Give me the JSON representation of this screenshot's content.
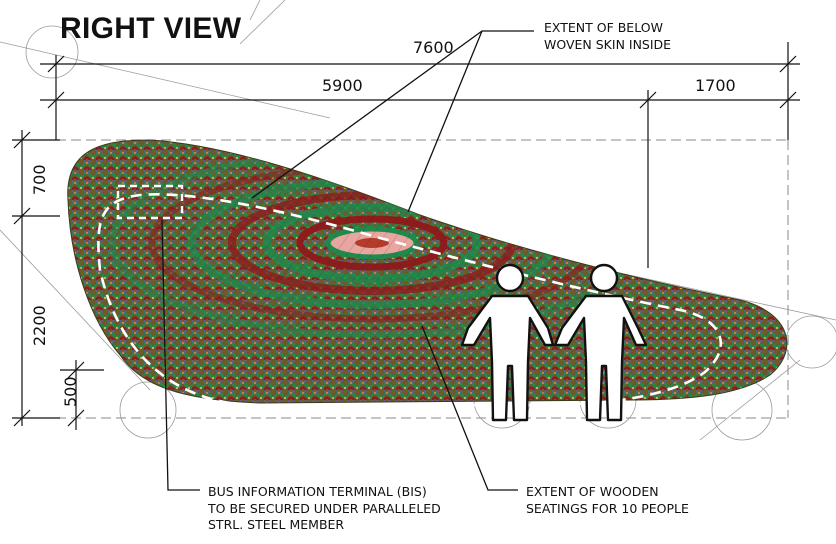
{
  "view_title": "RIGHT VIEW",
  "dimensions": {
    "overall_width": "7600",
    "main_width": "5900",
    "side_width": "1700",
    "top_height": "700",
    "body_height": "2200",
    "base_height": "500"
  },
  "annotations": {
    "woven_skin": "EXTENT OF BELOW\nWOVEN SKIN INSIDE",
    "bus_terminal": "BUS INFORMATION TERMINAL (BIS)\nTO BE SECURED UNDER PARALLELED\nSTRL. STEEL MEMBER",
    "wooden_seatings": "EXTENT OF WOODEN\nSEATINGS FOR 10 PEOPLE"
  },
  "colors": {
    "line": "#111111",
    "weave_red": "#8e1c1c",
    "weave_green": "#1f8a4c",
    "weave_olive": "#6f7a2a",
    "weave_blue": "#5a5fa8",
    "weave_tan": "#c28a4a",
    "weave_pink": "#e9a5a0"
  }
}
